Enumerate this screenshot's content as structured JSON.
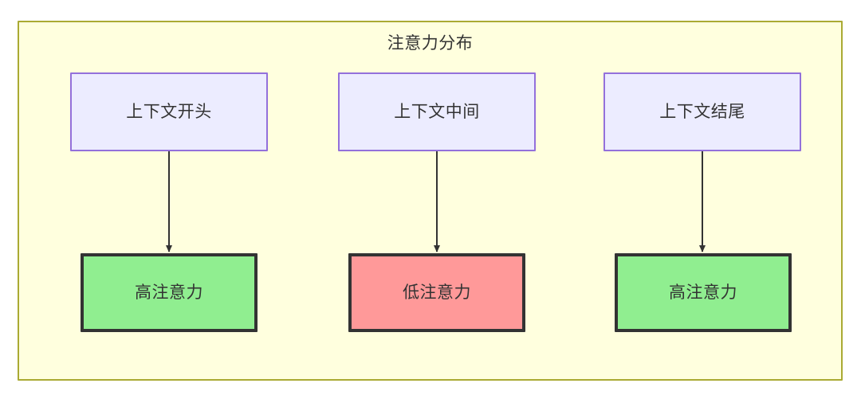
{
  "diagram": {
    "title": "注意力分布",
    "container": {
      "fill": "#ffffde",
      "stroke": "#aaaa33"
    },
    "columns": [
      {
        "source": {
          "id": "node-start",
          "label": "上下文开头",
          "fill": "#ececff",
          "stroke": "#9370db"
        },
        "target": {
          "id": "node-high-1",
          "label": "高注意力",
          "fill": "#90ee90",
          "stroke": "#333333"
        },
        "edge": {
          "arrow": "arrowhead-down",
          "stroke": "#333333"
        }
      },
      {
        "source": {
          "id": "node-middle",
          "label": "上下文中间",
          "fill": "#ececff",
          "stroke": "#9370db"
        },
        "target": {
          "id": "node-low",
          "label": "低注意力",
          "fill": "#ff9999",
          "stroke": "#333333"
        },
        "edge": {
          "arrow": "arrowhead-down",
          "stroke": "#333333"
        }
      },
      {
        "source": {
          "id": "node-end",
          "label": "上下文结尾",
          "fill": "#ececff",
          "stroke": "#9370db"
        },
        "target": {
          "id": "node-high-2",
          "label": "高注意力",
          "fill": "#90ee90",
          "stroke": "#333333"
        },
        "edge": {
          "arrow": "arrowhead-down",
          "stroke": "#333333"
        }
      }
    ]
  }
}
